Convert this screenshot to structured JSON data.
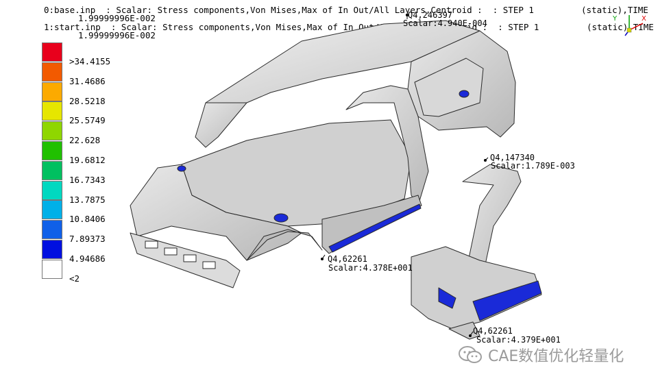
{
  "header": {
    "line1": "0:base.inp  : Scalar: Stress components,Von Mises,Max of In Out/All Layers,Centroid :  : STEP 1",
    "line1_value": "1.99999996E-002",
    "line1_right": "(static),TIME",
    "line2": "1:start.inp  : Scalar: Stress components,Von Mises,Max of In Out/All Layers,Centroid :  : STEP 1",
    "line2_value": "1.99999996E-002",
    "line2_right": "(static),TIME"
  },
  "legend": {
    "colors": [
      "#e8001c",
      "#f25a00",
      "#fcaa00",
      "#e6e600",
      "#8fd600",
      "#20c000",
      "#00c060",
      "#00d8c0",
      "#00b0e8",
      "#1060e8",
      "#0010e0",
      "#ffffff"
    ],
    "labels": [
      ">34.4155",
      "31.4686",
      "28.5218",
      "25.5749",
      "22.628",
      "19.6812",
      "16.7343",
      "13.7875",
      "10.8406",
      "7.89373",
      "4.94686",
      "<2"
    ]
  },
  "probes": [
    {
      "id": "Q4,246397",
      "scalar": "Scalar:4.940E-004"
    },
    {
      "id": "Q4,147340",
      "scalar": "Scalar:1.789E-003"
    },
    {
      "id": "Q4,62261",
      "scalar": "Scalar:4.378E+001"
    },
    {
      "id": "Q4,62261",
      "scalar": "Scalar:4.379E+001"
    }
  ],
  "axes": {
    "x": "X",
    "y": "Y",
    "x_color": "#e00000",
    "y_color": "#00a000"
  },
  "watermark": {
    "text": "CAE数值优化轻量化"
  }
}
